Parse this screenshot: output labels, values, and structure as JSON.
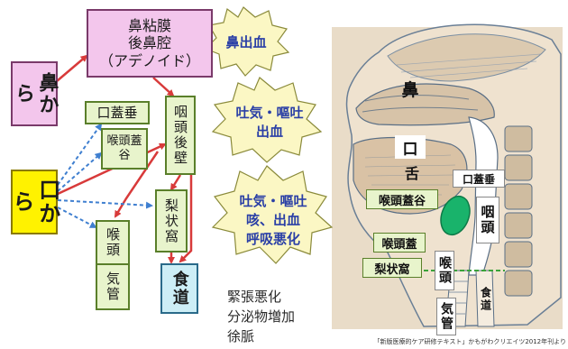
{
  "boxes": {
    "nose_source": "鼻から",
    "mouth_source": "口から",
    "nasal_mucosa": "鼻粘膜\n後鼻腔\n（アデノイド）",
    "pharynx_wall": "咽頭後壁",
    "uvula": "口蓋垂",
    "vallecula": "喉頭蓋谷",
    "piriform": "梨状窩",
    "larynx": "喉頭",
    "trachea": "気管",
    "esophagus": "食道"
  },
  "bursts": {
    "nosebleed": "鼻出血",
    "vomit_bleed": "吐気・嘔吐\n出血",
    "vomit_cough": "吐気・嘔吐\n咳、出血\n呼吸悪化"
  },
  "symptoms": "緊張悪化\n分泌物増加\n徐脈",
  "anatomy": {
    "nose": "鼻",
    "mouth": "口",
    "tongue": "舌",
    "uvula": "口蓋垂",
    "vallecula": "喉頭蓋谷",
    "pharynx": "咽頭",
    "epiglottis": "喉頭蓋",
    "piriform": "梨状窩",
    "larynx": "喉頭",
    "esophagus": "食道",
    "trachea": "気管"
  },
  "caption": "「新版医療的ケア研修テキスト」かもがわクリエイツ2012年刊より",
  "colors": {
    "nose_box": "#f3c6ec",
    "mouth_box": "#fff200",
    "green_box": "#e8f4cc",
    "burst_fill": "#fbf7c4",
    "esophagus_box": "#cdeef6",
    "epiglottis": "#19b36b",
    "arrow_red": "#d83a3a",
    "arrow_blue": "#3f7fd0",
    "anatomy_bg": "#e7d7c2",
    "anatomy_lines": "#4a6a8a"
  }
}
